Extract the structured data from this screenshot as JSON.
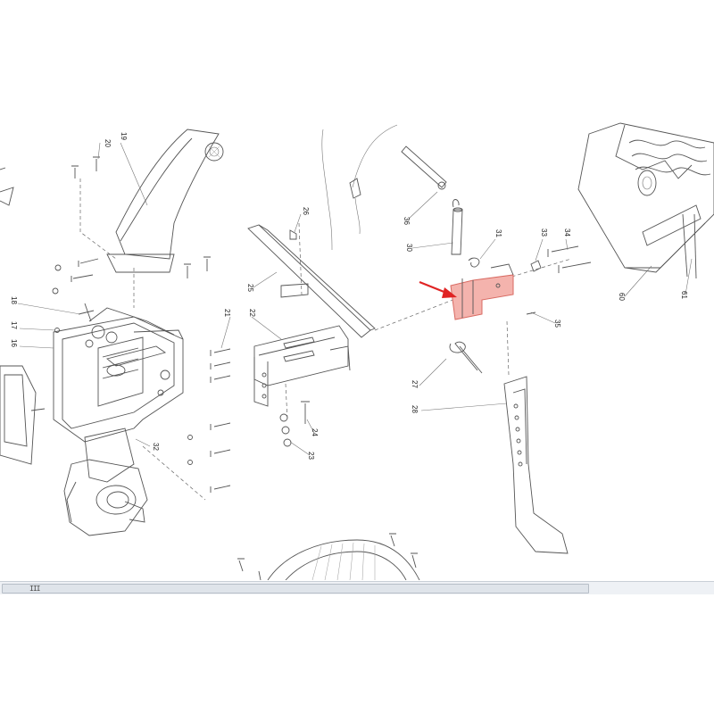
{
  "diagram": {
    "highlight_color": "#f4b3ad",
    "highlight_stroke": "#d86a62",
    "arrow_color": "#e02424",
    "part_labels": [
      "20",
      "19",
      "26",
      "36",
      "31",
      "33",
      "34",
      "30",
      "18",
      "17",
      "16",
      "21",
      "22",
      "23",
      "25",
      "24",
      "27",
      "28",
      "32",
      "35",
      "60",
      "61"
    ]
  },
  "viewer": {
    "scrollbar_grip": "III"
  }
}
